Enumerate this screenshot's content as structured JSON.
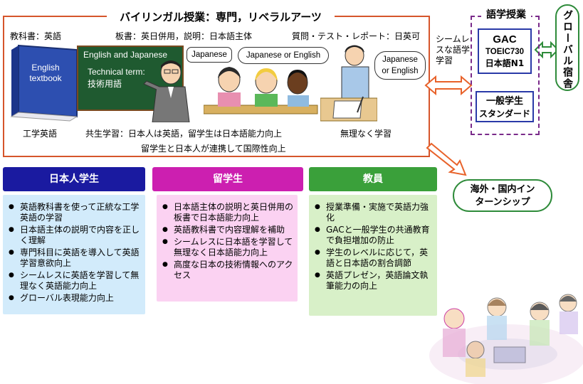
{
  "main": {
    "title": "バイリンガル授業：専門，リベラルアーツ",
    "textbook_label": "教科書：英語",
    "board_label": "板書：英日併用，説明：日本語主体",
    "qa_label": "質問・テスト・レポート：日英可",
    "book_line1": "English",
    "book_line2": "textbook",
    "board_line1": "English and Japanese",
    "board_line2": "Technical term:",
    "board_line3": "技術用語",
    "bubble1": "Japanese",
    "bubble2": "Japanese or English",
    "bubble3_line1": "Japanese",
    "bubble3_line2": "or English",
    "caption_left": "工学英語",
    "caption_mid": "共生学習：日本人は英語，留学生は日本語能力向上",
    "caption_right": "無理なく学習",
    "caption_bottom": "留学生と日本人が連携して国際性向上"
  },
  "seamless_label": [
    "シームレ",
    "スな語学",
    "学習"
  ],
  "lang": {
    "title": "語学授業",
    "gac_line1": "GAC",
    "gac_line2": "TOEIC730",
    "gac_line3": "日本語N1",
    "std_line1": "一般学生",
    "std_line2": "スタンダード"
  },
  "dorm": "グローバル宿舎",
  "intern": {
    "line1": "海外・国内イン",
    "line2": "ターンシップ"
  },
  "panels": [
    {
      "title": "日本人学生",
      "color": "#1a1aa0",
      "bg": "#d2ebfb",
      "items": [
        "英語教科書を使って正統な工学英語の学習",
        "日本語主体の説明で内容を正しく理解",
        "専門科目に英語を導入して英語学習意欲向上",
        "シームレスに英語を学習して無理なく英語能力向上",
        "グローバル表現能力向上"
      ]
    },
    {
      "title": "留学生",
      "color": "#cc1fb0",
      "bg": "#fbd2f2",
      "items": [
        "日本語主体の説明と英日併用の板書で日本語能力向上",
        "英語教科書で内容理解を補助",
        "シームレスに日本語を学習して無理なく日本語能力向上",
        "高度な日本の技術情報へのアクセス"
      ]
    },
    {
      "title": "教員",
      "color": "#3aa03a",
      "bg": "#d8f0c8",
      "items": [
        "授業準備・実施で英語力強化",
        "GACと一般学生の共通教育で負担増加の防止",
        "学生のレベルに応じて，英語と日本語の割合調節",
        "英語プレゼン，英語論文執筆能力の向上"
      ]
    }
  ],
  "colors": {
    "frame": "#d6552b",
    "arrow": "#e8622a",
    "green": "#2e8b3a",
    "purple": "#7a2a8a"
  }
}
